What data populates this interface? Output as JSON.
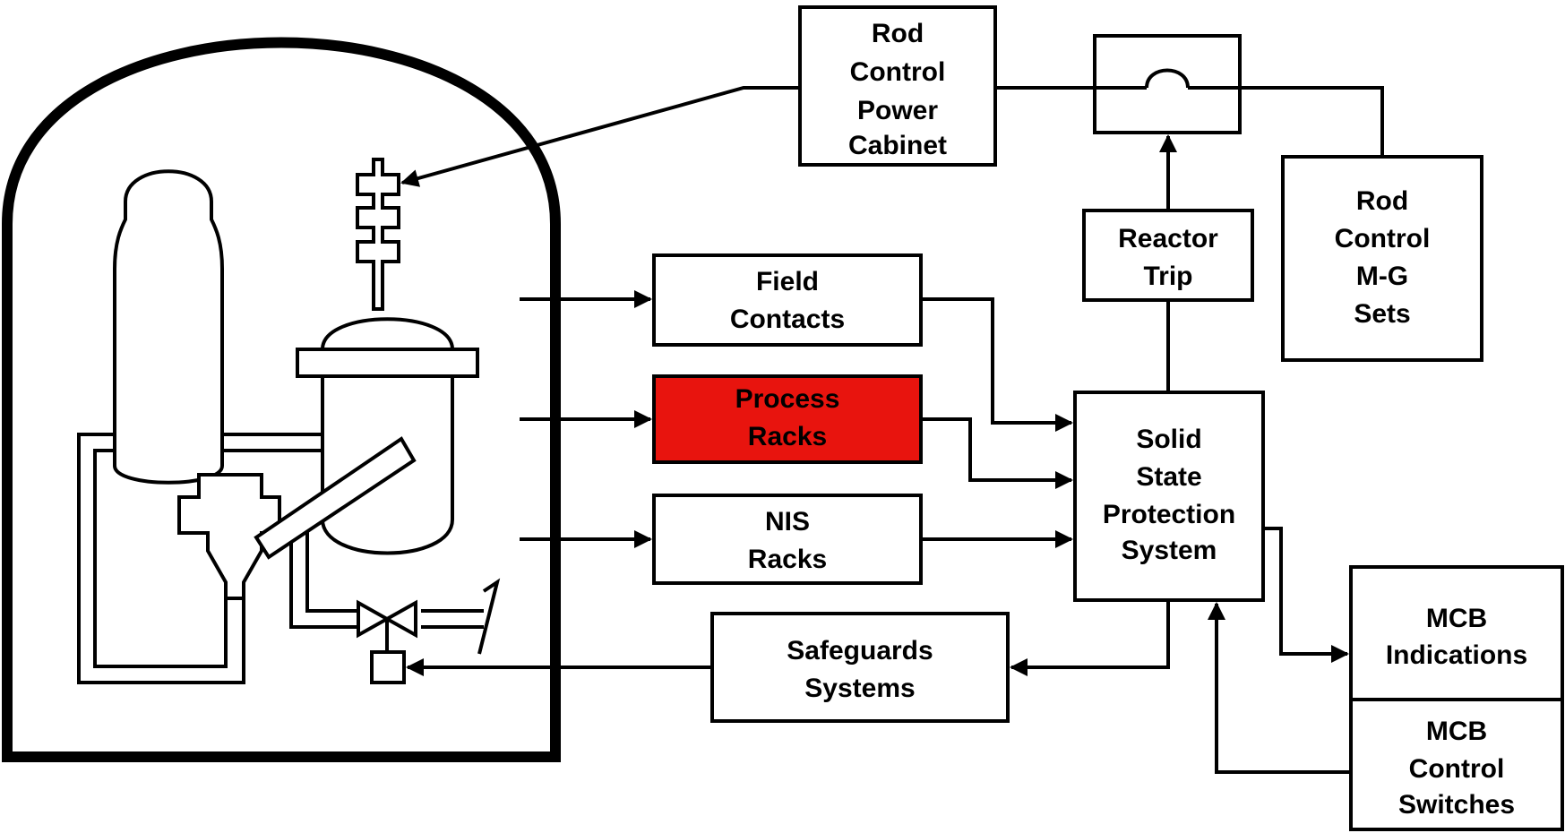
{
  "diagram": {
    "boxes": {
      "rod_control_power_cabinet": [
        "Rod",
        "Control",
        "Power",
        "Cabinet"
      ],
      "rod_control_mg_sets": [
        "Rod",
        "Control",
        "M-G",
        "Sets"
      ],
      "reactor_trip": [
        "Reactor",
        "Trip"
      ],
      "field_contacts": [
        "Field",
        "Contacts"
      ],
      "process_racks": [
        "Process",
        "Racks"
      ],
      "nis_racks": [
        "NIS",
        "Racks"
      ],
      "solid_state_protection_system": [
        "Solid",
        "State",
        "Protection",
        "System"
      ],
      "safeguards_systems": [
        "Safeguards",
        "Systems"
      ],
      "mcb_indications": [
        "MCB",
        "Indications"
      ],
      "mcb_control_switches": [
        "MCB",
        "Control",
        "Switches"
      ]
    },
    "colors": {
      "highlight": "#e8140e",
      "line": "#000000",
      "background": "#ffffff"
    }
  }
}
